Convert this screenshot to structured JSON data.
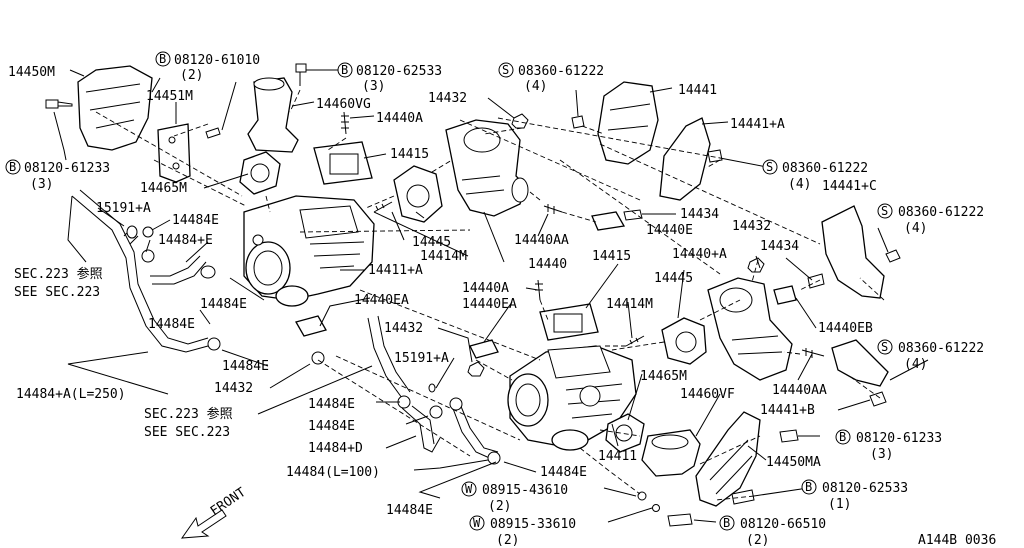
{
  "diagram": {
    "ref_code": "A144B 0036",
    "front_label": "FRONT",
    "callouts": {
      "c14450M": "14450M",
      "b1_num": "08120-61010",
      "b1_qty": "(2)",
      "b2_num": "08120-62533",
      "b2_qty": "(3)",
      "s1_num": "08360-61222",
      "s1_qty": "(4)",
      "c14441": "14441",
      "c14451M": "14451M",
      "c14460VG": "14460VG",
      "c14432_a": "14432",
      "c14440A_a": "14440A",
      "c14441A": "14441+A",
      "b3_num": "08120-61233",
      "b3_qty": "(3)",
      "c14415_a": "14415",
      "s2_num": "08360-61222",
      "s2_qty": "(4)",
      "c14465M_a": "14465M",
      "c14441C": "14441+C",
      "c15191A_a": "15191+A",
      "c14484E_a": "14484E",
      "c14484pE": "14484+E",
      "c14434_a": "14434",
      "c14432_b": "14432",
      "s3_num": "08360-61222",
      "s3_qty": "(4)",
      "c14440E": "14440E",
      "c14445_a": "14445",
      "c14440AA_a": "14440AA",
      "c14414M_a": "14414M",
      "sec_a_jp": "SEC.223 参照",
      "sec_a_en": "SEE SEC.223",
      "c14440_a": "14440",
      "c14440pA": "14440+A",
      "c14434_b": "14434",
      "c14411A": "14411+A",
      "c14415_b": "14415",
      "c14445_b": "14445",
      "c14484E_b": "14484E",
      "c14440A_b": "14440A",
      "c14440EA_a": "14440EA",
      "c14440EA_b": "14440EA",
      "c14414M_b": "14414M",
      "c14484E_c": "14484E",
      "c14440EB": "14440EB",
      "c14432_c": "14432",
      "s4_num": "08360-61222",
      "s4_qty": "(4)",
      "c14484E_d": "14484E",
      "c14484AL": "14484+A(L=250)",
      "c15191A_b": "15191+A",
      "c14432_d": "14432",
      "c14465M_b": "14465M",
      "c14440AA_b": "14440AA",
      "c14460VF": "14460VF",
      "c14441B": "14441+B",
      "c14484E_e": "14484E",
      "c14484E_f": "14484E",
      "sec_b_jp": "SEC.223 参照",
      "sec_b_en": "SEE SEC.223",
      "b4_num": "08120-61233",
      "b4_qty": "(3)",
      "c14484D": "14484+D",
      "c14411": "14411",
      "c14450MA": "14450MA",
      "c14484L100": "14484(L=100)",
      "c14484E_g": "14484E",
      "w1_num": "08915-43610",
      "w1_qty": "(2)",
      "b5_num": "08120-62533",
      "b5_qty": "(1)",
      "c14484E_h": "14484E",
      "w2_num": "08915-33610",
      "w2_qty": "(2)",
      "b6_num": "08120-66510",
      "b6_qty": "(2)"
    },
    "prefix_marks": {
      "bolt": "B",
      "screw": "S",
      "washer": "W"
    }
  }
}
